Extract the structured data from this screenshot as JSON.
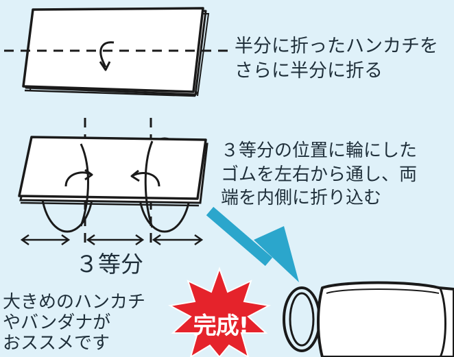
{
  "steps": {
    "fold_in_half": {
      "caption": "半分に折ったハンカチを\nさらに半分に折る"
    },
    "attach_bands": {
      "caption": "３等分の位置に輪にした\nゴムを左右から通し、両\n端を内側に折り込む"
    },
    "thirds_label": "３等分"
  },
  "tip": {
    "caption": "大きめのハンカチ\nやバンダナが\nおススメです"
  },
  "result": {
    "burst_label": "完成!"
  },
  "colors": {
    "background": "#dff1f9",
    "arrow": "#2ba6cc",
    "burst": "#e5232b",
    "ink": "#1a1a1a",
    "paper": "#ffffff"
  },
  "icons": [
    "fold-arrow-icon",
    "rotate-arrow-icon",
    "double-arrow-icon",
    "pointer-arrow-icon",
    "starburst-icon"
  ]
}
